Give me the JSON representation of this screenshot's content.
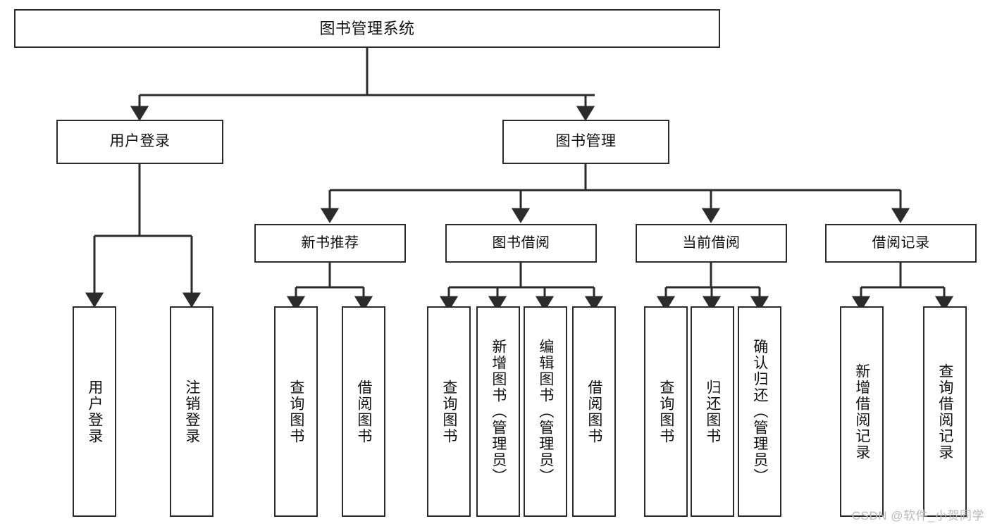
{
  "diagram": {
    "type": "tree",
    "title": "图书管理系统",
    "watermark": "CSDN @软件_小贺同学",
    "colors": {
      "box_border": "#2b2b2b",
      "box_fill": "#ffffff",
      "edge": "#2b2b2b",
      "text": "#111111",
      "watermark": "#b9b9b9"
    },
    "root": {
      "label": "图书管理系统"
    },
    "level2": [
      {
        "label": "用户登录"
      },
      {
        "label": "图书管理"
      }
    ],
    "level3": [
      {
        "label": "新书推荐"
      },
      {
        "label": "图书借阅"
      },
      {
        "label": "当前借阅"
      },
      {
        "label": "借阅记录"
      }
    ],
    "leaves": {
      "user_login": [
        {
          "label": "用户登录"
        },
        {
          "label": "注销登录"
        }
      ],
      "new_book_recommend": [
        {
          "label": "查询图书"
        },
        {
          "label": "借阅图书"
        }
      ],
      "book_borrow": [
        {
          "label": "查询图书"
        },
        {
          "label": "新增图书（管理员）"
        },
        {
          "label": "编辑图书（管理员）"
        },
        {
          "label": "借阅图书"
        }
      ],
      "current_borrow": [
        {
          "label": "查询图书"
        },
        {
          "label": "归还图书"
        },
        {
          "label": "确认归还（管理员）"
        }
      ],
      "borrow_record": [
        {
          "label": "新增借阅记录"
        },
        {
          "label": "查询借阅记录"
        }
      ]
    }
  }
}
